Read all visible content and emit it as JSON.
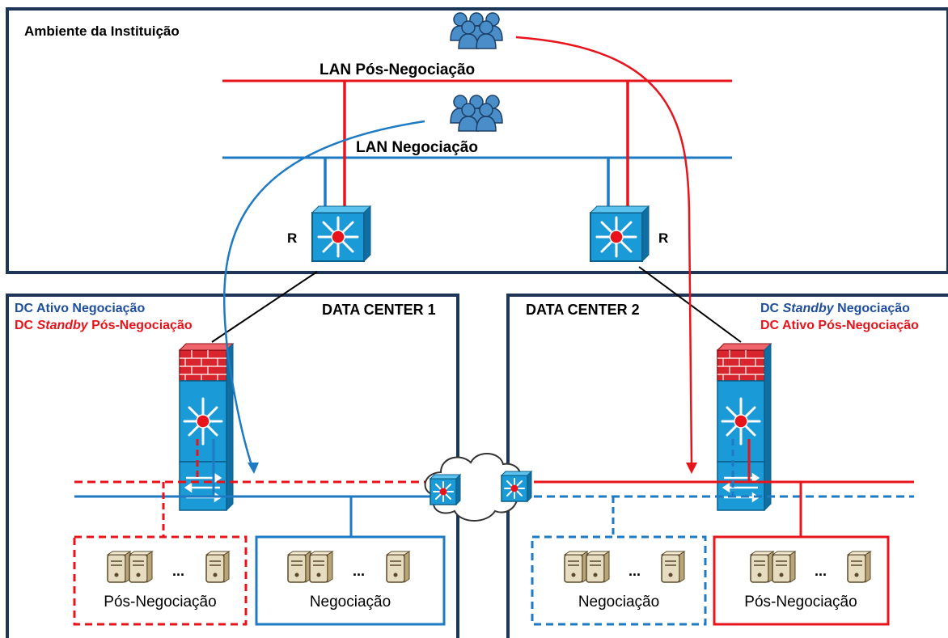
{
  "institution": {
    "title": "Ambiente da Instituição",
    "lan_post": "LAN Pós-Negociação",
    "lan_trading": "LAN Negociação",
    "router_left_label": "R",
    "router_right_label": "R"
  },
  "dc1": {
    "title": "DATA CENTER 1",
    "role_line1_a": "DC Ativo",
    "role_line1_b": " Negociação",
    "role_line2_a": "DC ",
    "role_line2_b": "Standby",
    "role_line2_c": " Pós-Negociação",
    "group_left_label": "Pós-Negociação",
    "group_right_label": "Negociação"
  },
  "dc2": {
    "title": "DATA CENTER 2",
    "role_line1_a": "DC ",
    "role_line1_b": "Standby",
    "role_line1_c": " Negociação",
    "role_line2_a": "DC Ativo",
    "role_line2_b": " Pós-Negociação",
    "group_left_label": "Negociação",
    "group_right_label": "Pós-Negociação"
  },
  "server_ellipsis": "...",
  "colors": {
    "red": "#e8141b",
    "blue": "#1e7ac2",
    "frame": "#1d3557",
    "switch": "#1a9ad6",
    "firewall": "#d9262e"
  }
}
